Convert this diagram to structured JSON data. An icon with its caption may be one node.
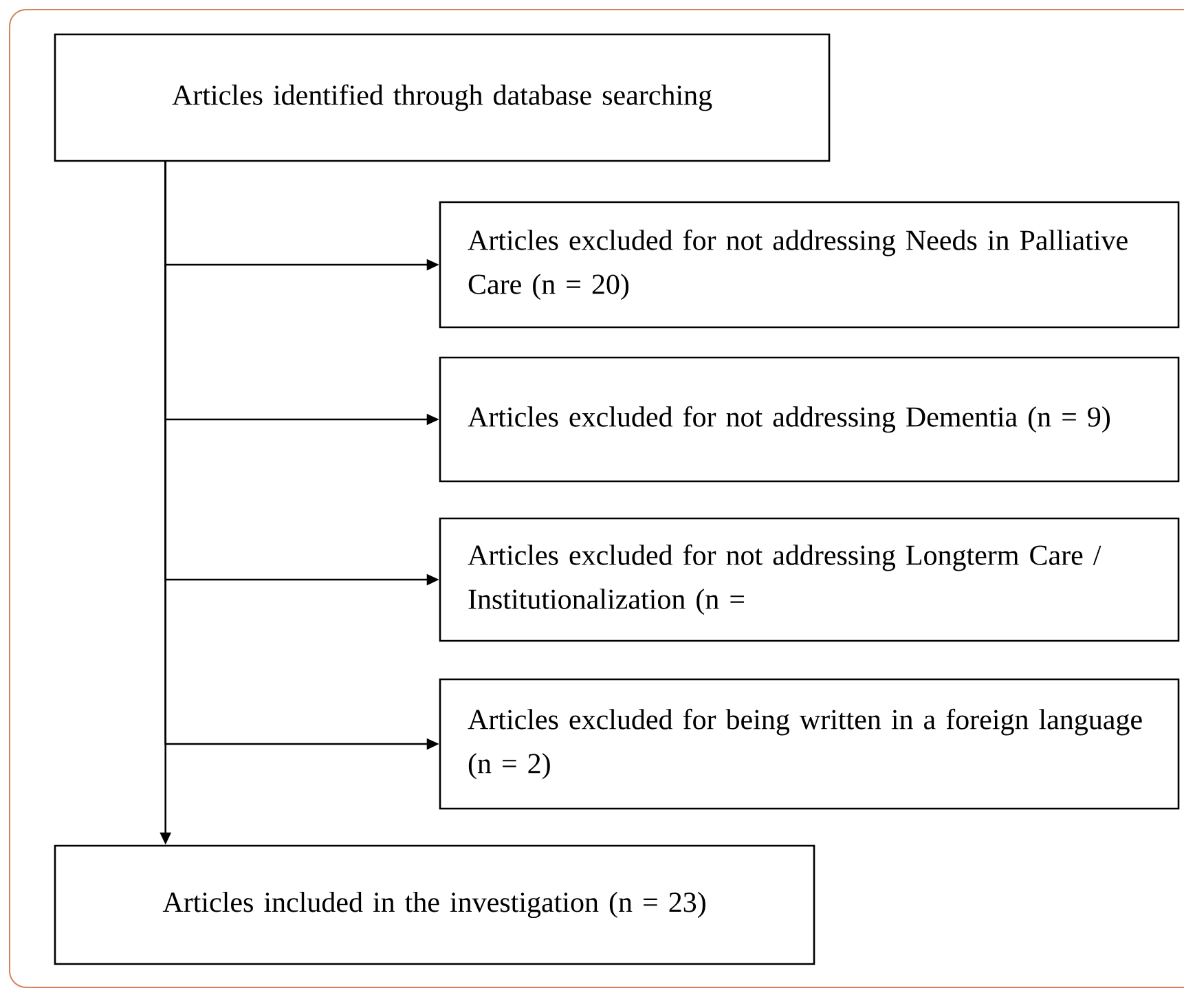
{
  "diagram": {
    "nodes": [
      {
        "text": [
          "Articles identified through database searching"
        ]
      },
      {
        "text": [
          "Articles excluded for not addressing Needs in Palliative Care (n = 20)"
        ]
      },
      {
        "text": [
          "Articles excluded for not addressing Dementia (n = 9)"
        ]
      },
      {
        "text": [
          "Articles excluded for not addressing Longterm Care / Institutionalization (n ="
        ]
      },
      {
        "text": [
          "Articles excluded for being written in a foreign language (n = 2)"
        ]
      },
      {
        "text": [
          "Articles included in the investigation (n = 23)"
        ]
      }
    ],
    "edges": [
      {
        "from": 0,
        "to": 1,
        "arrow": "to"
      },
      {
        "from": 0,
        "to": 2,
        "arrow": "to"
      },
      {
        "from": 0,
        "to": 3,
        "arrow": "to"
      },
      {
        "from": 0,
        "to": 4,
        "arrow": "to"
      },
      {
        "from": 0,
        "to": 5,
        "arrow": "to"
      }
    ]
  }
}
